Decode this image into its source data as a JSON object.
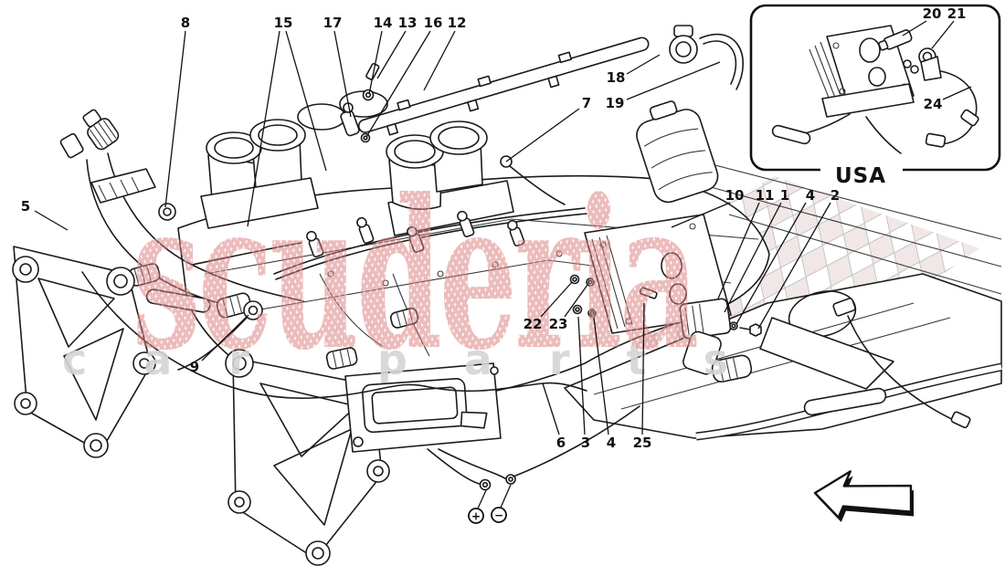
{
  "page": {
    "background": "#ffffff",
    "line_color": "#1b1b1b"
  },
  "watermark": {
    "title": "scuderia",
    "subtitle": "car parts",
    "title_color": "#db7b7b",
    "subtitle_color": "#d4d4d4",
    "checker_tint": "#f1e4e4",
    "checker_line": "#bcbcbc"
  },
  "inset": {
    "label": "USA"
  },
  "callouts": {
    "n1": "1",
    "n2": "2",
    "n3": "3",
    "n4a": "4",
    "n4b": "4",
    "n5": "5",
    "n6": "6",
    "n7": "7",
    "n8": "8",
    "n9": "9",
    "n10": "10",
    "n11": "11",
    "n12": "12",
    "n13": "13",
    "n14": "14",
    "n15": "15",
    "n16": "16",
    "n17": "17",
    "n18": "18",
    "n19": "19",
    "n20": "20",
    "n21": "21",
    "n22": "22",
    "n23": "23",
    "n24": "24",
    "n25": "25",
    "plus": "+",
    "minus": "−"
  },
  "icons": {
    "direction_arrow": "⇙",
    "battery_positive": "+",
    "battery_negative": "−"
  }
}
